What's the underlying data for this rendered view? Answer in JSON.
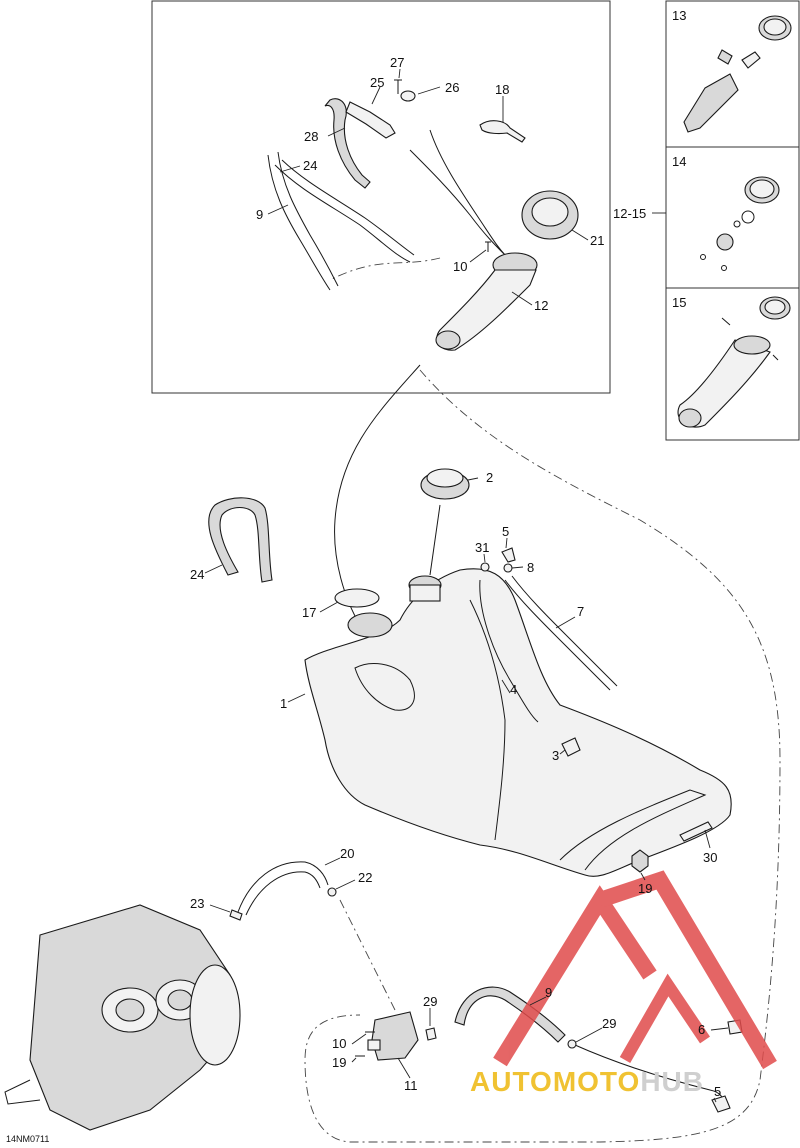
{
  "diagram_code": "14NM0711",
  "watermark": {
    "part1": "AUTOMOTO",
    "part2": "HUB",
    "accent_red": "#e04b4b",
    "accent_yellow": "#f0c232"
  },
  "callouts": {
    "c27": "27",
    "c25": "25",
    "c26": "26",
    "c18": "18",
    "c28": "28",
    "c24a": "24",
    "c9a": "9",
    "c21": "21",
    "c10a": "10",
    "c12": "12",
    "c12_15": "12-15",
    "c13": "13",
    "c14": "14",
    "c15": "15",
    "c2": "2",
    "c5a": "5",
    "c31": "31",
    "c8": "8",
    "c24b": "24",
    "c7": "7",
    "c17": "17",
    "c1": "1",
    "c4": "4",
    "c3": "3",
    "c30": "30",
    "c19a": "19",
    "c20": "20",
    "c22": "22",
    "c23": "23",
    "c9b": "9",
    "c29a": "29",
    "c29b": "29",
    "c10b": "10",
    "c19b": "19",
    "c11": "11",
    "c6": "6",
    "c5b": "5"
  }
}
